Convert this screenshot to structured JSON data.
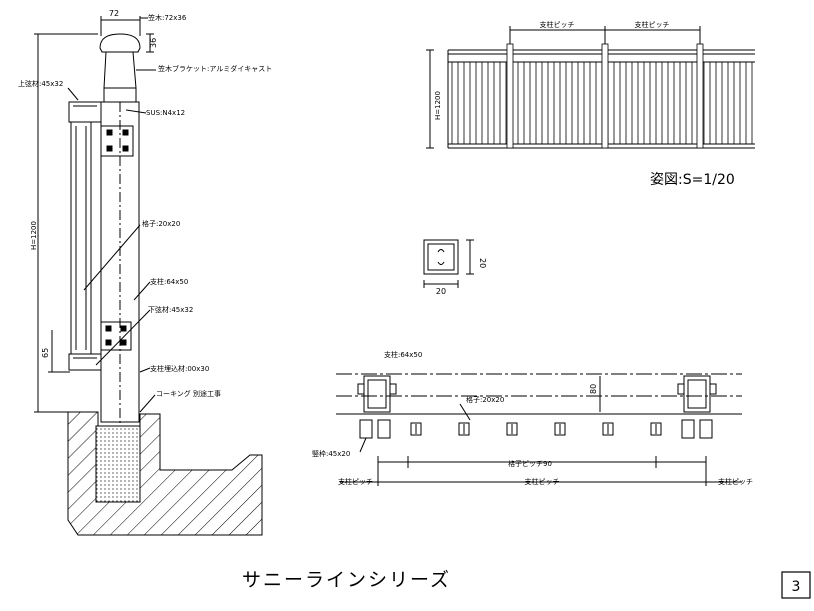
{
  "section_view": {
    "dim_top_width": "72",
    "dim_top_height": "36",
    "label_cap": "笠木:72x36",
    "label_bracket": "笠木ブラケット:アルミダイキャスト",
    "label_top_rail": "上弦材:45x32",
    "label_screw": "SUS:N4x12",
    "label_height": "H=1200",
    "label_baluster": "格子:20x20",
    "label_post": "支柱:64x50",
    "label_bottom_rail": "下弦材:45x32",
    "dim_65": "65",
    "label_post_stop": "支柱埋込材:00x30",
    "label_caulking": "コーキング 別途工事"
  },
  "elevation": {
    "label_pitch_1": "支柱ピッチ",
    "label_pitch_2": "支柱ピッチ",
    "label_height": "H=1200",
    "caption": "姿図:S=1/20"
  },
  "baluster_section": {
    "dim_w": "20",
    "dim_h": "20"
  },
  "plan_view": {
    "label_post": "支柱:64x50",
    "label_baluster": "格子:20x20",
    "label_frame": "竪枠:45x20",
    "dim_80": "80",
    "label_baluster_pitch": "格子ピッチ90",
    "label_pitch_left": "支柱ピッチ",
    "label_pitch_center": "支柱ピッチ",
    "label_pitch_right": "支柱ピッチ"
  },
  "series_title": "サニーラインシリーズ",
  "page_number": "3"
}
